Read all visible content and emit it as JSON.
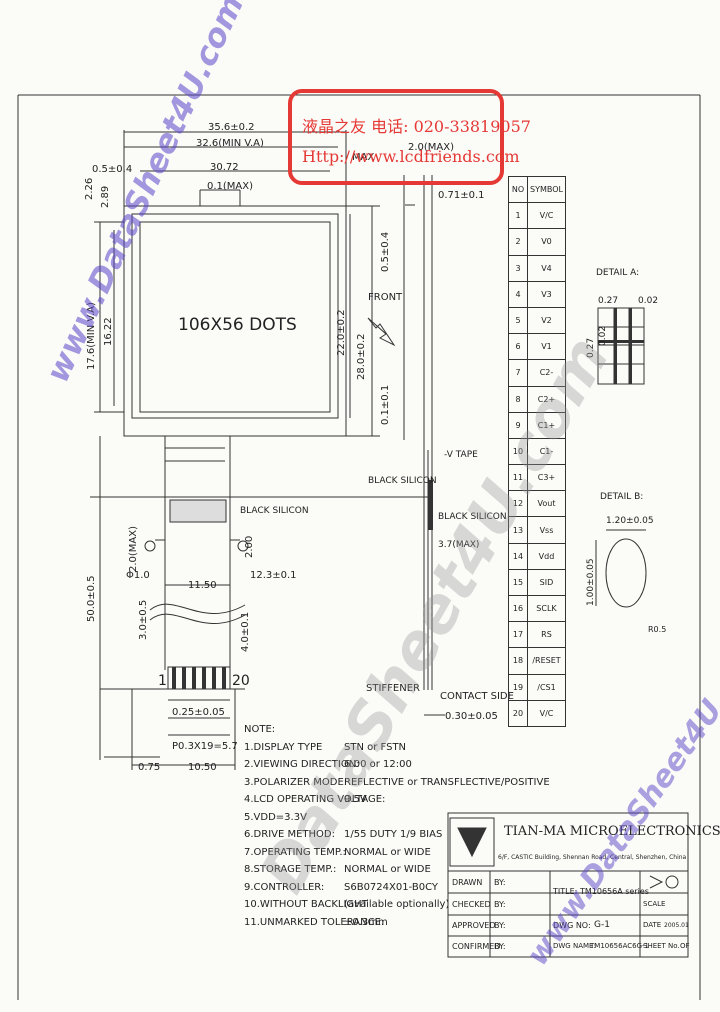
{
  "stamp": {
    "line1": "液晶之友 电话: 020-33819057",
    "line2": "Http://www.lcdfriends.com"
  },
  "watermarks": {
    "main": "www.DataSheet4U.com",
    "diag1": "DataSheet4U.com",
    "diag2": "www.DataSheet4U.com"
  },
  "dims": {
    "w356": "35.6±0.2",
    "w326": "32.6(MIN V.A)",
    "w3072": "30.72",
    "w01max": "0.1(MAX)",
    "w05": "0.5±0.4",
    "w28": "2.0(MAX)",
    "w071": "0.71±0.1",
    "h226": "2.26",
    "h289": "2.89",
    "h178": "17.6(MIN V.A)",
    "h1622": "16.22",
    "h220": "22.0±0.2",
    "h280": "28.0±0.2",
    "h05": "0.5±0.4",
    "h01": "0.1±0.1",
    "h500": "50.0±0.5",
    "h30": "3.0±0.5",
    "h40": "4.0±0.1",
    "h20max": "2.0(MAX)",
    "d10": "Φ1.0",
    "w1150": "11.50",
    "w123": "12.3±0.1",
    "w025": "0.25±0.05",
    "p03": "P0.3X19=5.7",
    "w075": "0.75",
    "w1050": "10.50",
    "w030": "0.30±0.05",
    "dots": "106X56 DOTS",
    "front": "FRONT",
    "blk1": "BLACK SILICON",
    "blk2": "BLACK SILICON",
    "blk3": "BLACK SILICON",
    "tape": "-V TAPE",
    "t37": "3.7(MAX)",
    "stiff": "STIFFENER",
    "contact": "CONTACT SIDE",
    "p1": "1",
    "p20": "20",
    "max": "MAX",
    "l200": "2.00"
  },
  "detailA": {
    "title": "DETAIL A:",
    "v027": "0.27",
    "v002": "0.02",
    "h027": "0.27",
    "h002": "0.02"
  },
  "detailB": {
    "title": "DETAIL B:",
    "w120": "1.20±0.05",
    "h100": "1.00±0.05",
    "r": "R0.5"
  },
  "pins": {
    "head_no": "NO",
    "head_sym": "SYMBOL",
    "rows": [
      [
        "1",
        "V/C"
      ],
      [
        "2",
        "V0"
      ],
      [
        "3",
        "V4"
      ],
      [
        "4",
        "V3"
      ],
      [
        "5",
        "V2"
      ],
      [
        "6",
        "V1"
      ],
      [
        "7",
        "C2-"
      ],
      [
        "8",
        "C2+"
      ],
      [
        "9",
        "C1+"
      ],
      [
        "10",
        "C1-"
      ],
      [
        "11",
        "C3+"
      ],
      [
        "12",
        "Vout"
      ],
      [
        "13",
        "Vss"
      ],
      [
        "14",
        "Vdd"
      ],
      [
        "15",
        "SID"
      ],
      [
        "16",
        "SCLK"
      ],
      [
        "17",
        "RS"
      ],
      [
        "18",
        "/RESET"
      ],
      [
        "19",
        "/CS1"
      ],
      [
        "20",
        "V/C"
      ]
    ]
  },
  "notes": [
    [
      "NOTE:",
      ""
    ],
    [
      "1.DISPLAY TYPE",
      "STN or FSTN"
    ],
    [
      "2.VIEWING DIRECTION:",
      "6:00 or 12:00"
    ],
    [
      "3.POLARIZER MODE:",
      "REFLECTIVE or TRANSFLECTIVE/POSITIVE"
    ],
    [
      "4.LCD OPERATING VOLTAGE:",
      "9.5V"
    ],
    [
      "5.VDD=3.3V",
      ""
    ],
    [
      "6.DRIVE METHOD:",
      "1/55 DUTY 1/9 BIAS"
    ],
    [
      "7.OPERATING TEMP.:",
      "NORMAL or WIDE"
    ],
    [
      "8.STORAGE TEMP.:",
      "NORMAL or WIDE"
    ],
    [
      "9.CONTROLLER:",
      "S6B0724X01-B0CY"
    ],
    [
      "10.WITHOUT BACKLIGHT",
      "(available optionally)"
    ],
    [
      "11.UNMARKED TOLERANCE:",
      "±0.3mm"
    ]
  ],
  "titleblock": {
    "company": "TIAN-MA MICROELECTRONICS CO.",
    "address": "6/F, CASTIC Building, Shennan Road, Central, Shenzhen, China",
    "drawn": "DRAWN",
    "by1": "BY:",
    "checked": "CHECKED",
    "by2": "BY:",
    "approved": "APPROVED",
    "by3": "BY:",
    "confirmed": "CONFIRMED",
    "by4": "BY:",
    "title_label": "TITLE:",
    "title_val": "TM10656A series",
    "dwg_no_label": "DWG NO:",
    "dwg_no_val": "G-1",
    "dwg_name_label": "DWG NAME:",
    "dwg_name_val": "TM10656AC6G-1",
    "scale": "SCALE",
    "date": "DATE",
    "sheet": "SHEET No.",
    "sheet_val": "OF",
    "date_val": "2005.01"
  }
}
